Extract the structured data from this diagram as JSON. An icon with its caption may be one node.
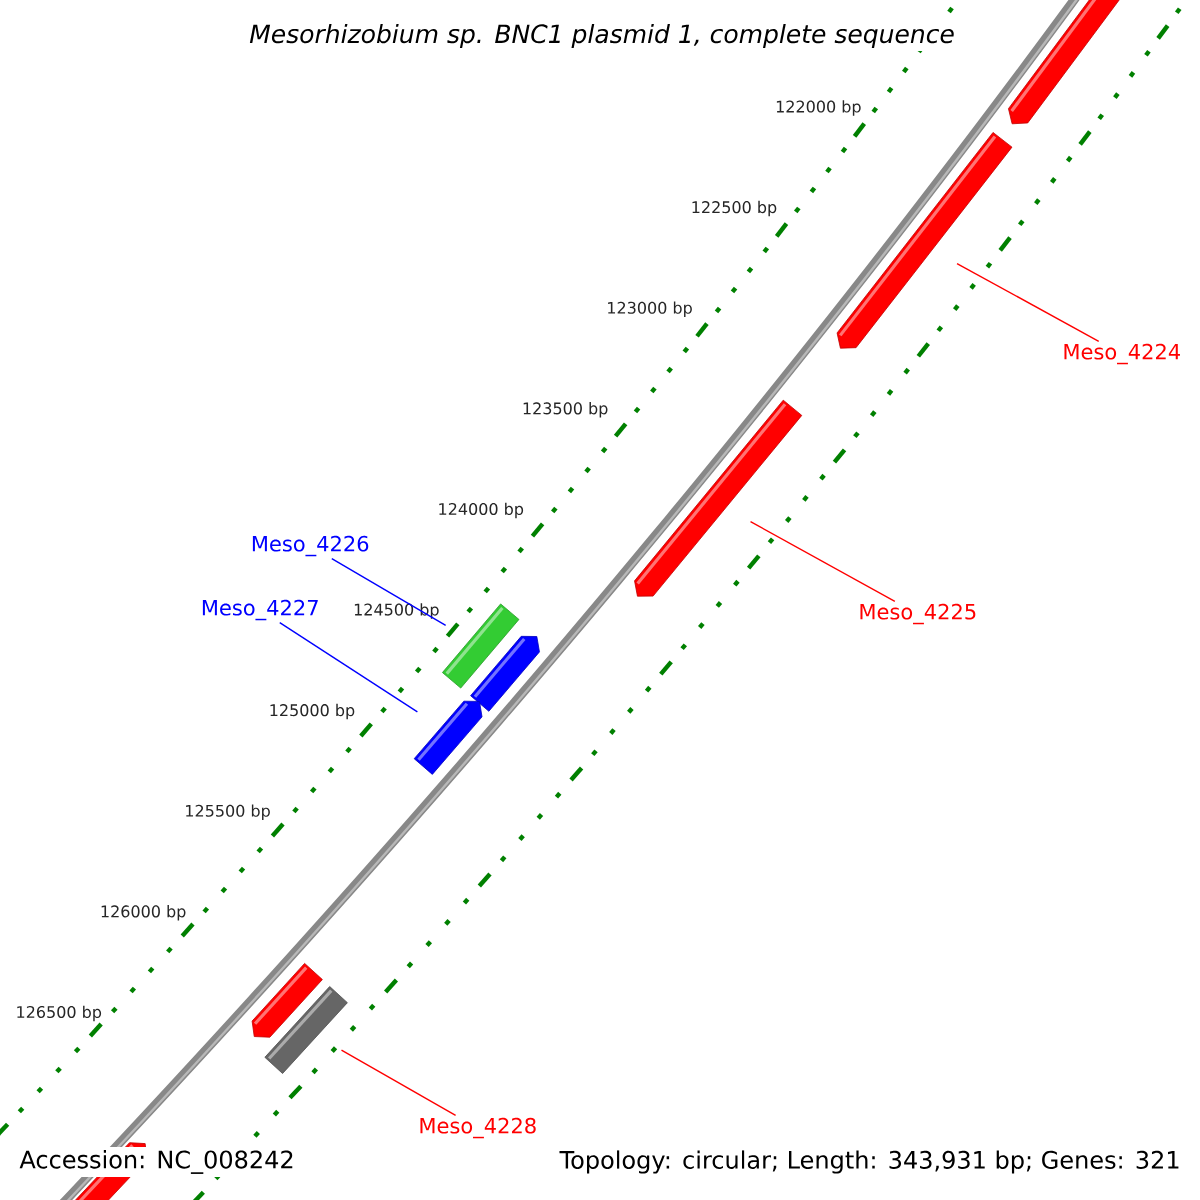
{
  "diagram": {
    "title": "Mesorhizobium sp. BNC1 plasmid 1, complete sequence",
    "nodes": [
      {
        "text": [],
        "shape": "bar"
      },
      {
        "text": [],
        "shape": "bar"
      },
      {
        "text": [
          "Meso_4224"
        ]
      },
      {
        "text": [],
        "shape": "bar"
      },
      {
        "text": [
          "Meso_4225"
        ]
      },
      {
        "text": [
          "Meso_4226"
        ]
      },
      {
        "text": [],
        "shape": "bar"
      },
      {
        "text": [
          "Meso_4227"
        ]
      },
      {
        "text": [],
        "shape": "bar"
      },
      {
        "text": [],
        "shape": "bar"
      },
      {
        "text": [],
        "shape": "bar"
      },
      {
        "text": [],
        "shape": "bar"
      },
      {
        "text": [
          "Meso_4228"
        ]
      },
      {
        "text": [],
        "shape": "bar"
      }
    ],
    "edges": [
      {
        "from": 2,
        "to": 1,
        "arrow": "none"
      },
      {
        "from": 4,
        "to": 3,
        "arrow": "none"
      },
      {
        "from": 5,
        "to": 6,
        "arrow": "none",
        "color": "#0000ff"
      },
      {
        "from": 7,
        "to": 9,
        "arrow": "none",
        "color": "#0000ff"
      },
      {
        "from": 12,
        "to": 11,
        "arrow": "none"
      }
    ],
    "labels": [
      "122000 bp",
      "122500 bp",
      "123000 bp",
      "123500 bp",
      "124000 bp",
      "124500 bp",
      "125000 bp",
      "125500 bp",
      "126000 bp",
      "126500 bp",
      "Accession: NC_008242",
      "Topology: circular; Length: 343,931 bp; Genes: 321"
    ]
  }
}
